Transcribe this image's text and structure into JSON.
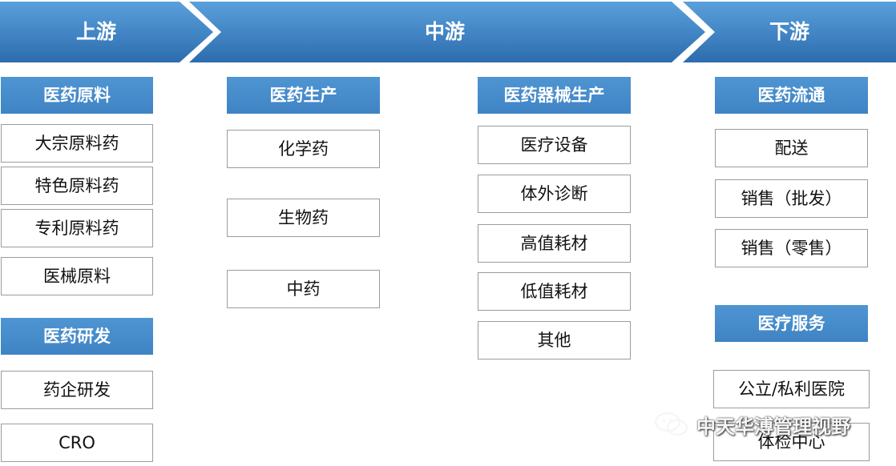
{
  "stages": {
    "upstream": "上游",
    "midstream": "中游",
    "downstream": "下游"
  },
  "colors": {
    "chevron_dark": "#2f6fb2",
    "chevron_light": "#4d94d3",
    "header_blue": "#4a8fcf"
  },
  "upstream": {
    "raw_materials": {
      "title": "医药原料",
      "items": [
        "大宗原料药",
        "特色原料药",
        "专利原料药",
        "医械原料"
      ]
    },
    "rnd": {
      "title": "医药研发",
      "items": [
        "药企研发",
        "CRO"
      ]
    }
  },
  "midstream": {
    "pharma_production": {
      "title": "医药生产",
      "items": [
        "化学药",
        "生物药",
        "中药"
      ]
    },
    "device_production": {
      "title": "医药器械生产",
      "items": [
        "医疗设备",
        "体外诊断",
        "高值耗材",
        "低值耗材",
        "其他"
      ]
    }
  },
  "downstream": {
    "distribution": {
      "title": "医药流通",
      "items": [
        "配送",
        "销售（批发）",
        "销售（零售）"
      ]
    },
    "services": {
      "title": "医疗服务",
      "items": [
        "公立/私利医院",
        "体检中心"
      ]
    }
  },
  "watermark": {
    "icon": "wechat-icon",
    "text": "中天华溥管理视野"
  }
}
